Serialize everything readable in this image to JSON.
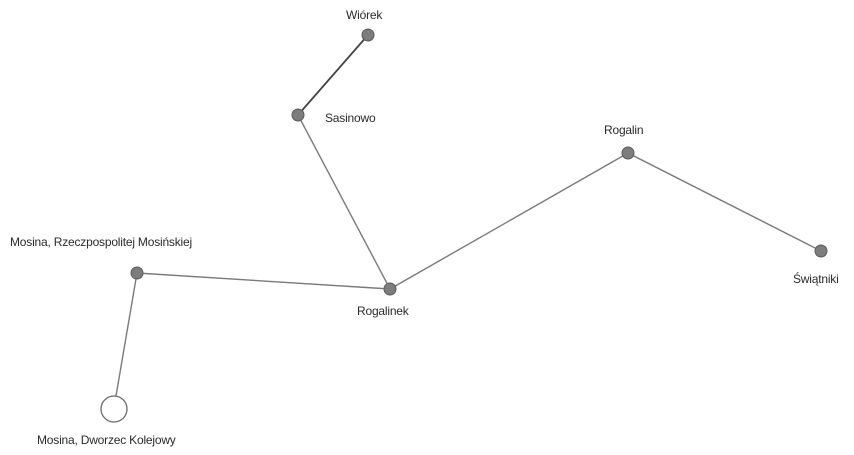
{
  "stops": [
    {
      "id": "wiorek",
      "name": "Wiórek",
      "type": "stop"
    },
    {
      "id": "sasinowo",
      "name": "Sasinowo",
      "type": "stop"
    },
    {
      "id": "rogalin",
      "name": "Rogalin",
      "type": "stop"
    },
    {
      "id": "mosina_rzecz",
      "name": "Mosina, Rzeczpospolitej Mosińskiej",
      "type": "stop"
    },
    {
      "id": "rogalinek",
      "name": "Rogalinek",
      "type": "stop"
    },
    {
      "id": "swiatniki",
      "name": "Świątniki",
      "type": "stop"
    },
    {
      "id": "mosina_dworzec",
      "name": "Mosina, Dworzec Kolejowy",
      "type": "terminus"
    }
  ],
  "connections": [
    [
      "wiorek",
      "sasinowo"
    ],
    [
      "sasinowo",
      "rogalinek"
    ],
    [
      "mosina_rzecz",
      "rogalinek"
    ],
    [
      "rogalinek",
      "rogalin"
    ],
    [
      "rogalin",
      "swiatniki"
    ],
    [
      "mosina_rzecz",
      "mosina_dworzec"
    ]
  ],
  "colors": {
    "node_fill": "#7d7d7d",
    "terminus_fill": "#ffffff",
    "edge": "#7a7a7a",
    "label": "#2a2a2a"
  }
}
